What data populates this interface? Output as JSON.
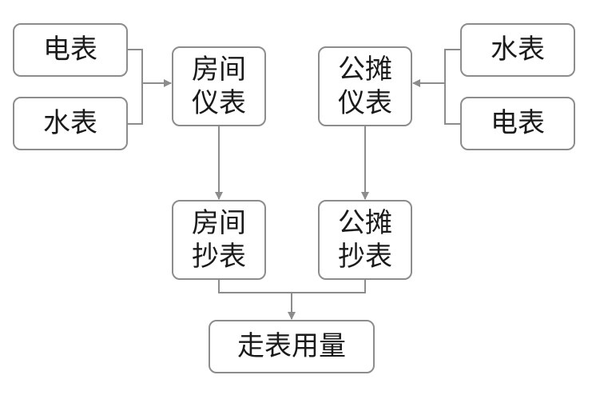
{
  "diagram": {
    "nodes": {
      "left_electric": "电表",
      "left_water": "水表",
      "room_meter": [
        "房间",
        "仪表"
      ],
      "public_meter": [
        "公摊",
        "仪表"
      ],
      "right_water": "水表",
      "right_electric": "电表",
      "room_reading": [
        "房间",
        "抄表"
      ],
      "public_reading": [
        "公摊",
        "抄表"
      ],
      "usage": "走表用量"
    },
    "edges": [
      {
        "from": "left_electric",
        "to": "room_meter"
      },
      {
        "from": "left_water",
        "to": "room_meter"
      },
      {
        "from": "right_water",
        "to": "public_meter"
      },
      {
        "from": "right_electric",
        "to": "public_meter"
      },
      {
        "from": "room_meter",
        "to": "room_reading"
      },
      {
        "from": "public_meter",
        "to": "public_reading"
      },
      {
        "from": "room_reading",
        "to": "usage"
      },
      {
        "from": "public_reading",
        "to": "usage"
      }
    ],
    "colors": {
      "border": "#8c8c8c",
      "connector": "#8c8c8c",
      "text": "#1a1a1a"
    }
  }
}
